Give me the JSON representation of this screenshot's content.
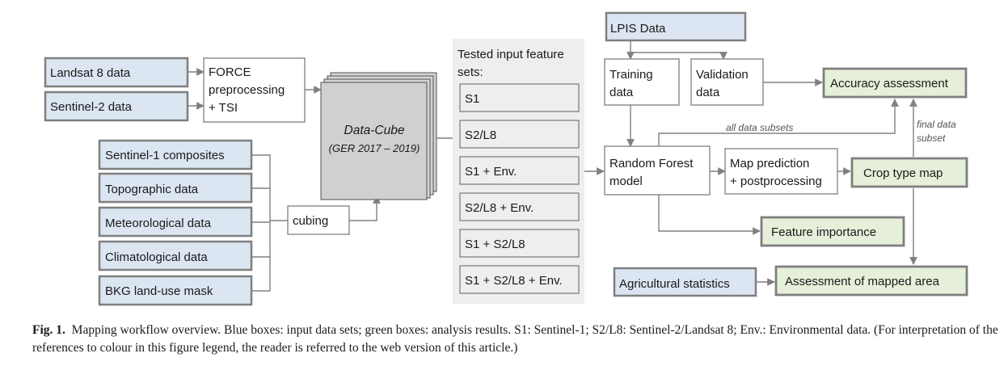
{
  "inputs": {
    "landsat": "Landsat 8 data",
    "sentinel2": "Sentinel-2 data",
    "sentinel1": "Sentinel-1 composites",
    "topographic": "Topographic data",
    "meteorological": "Meteorological data",
    "climatological": "Climatological data",
    "bkg": "BKG land-use mask",
    "lpis": "LPIS Data",
    "agri_stats": "Agricultural statistics"
  },
  "process": {
    "force": [
      "FORCE",
      "preprocessing",
      "+ TSI"
    ],
    "cubing": "cubing",
    "datacube_title": "Data-Cube",
    "datacube_sub": "(GER 2017 – 2019)",
    "training": [
      "Training",
      "data"
    ],
    "validation": [
      "Validation",
      "data"
    ],
    "rf": [
      "Random Forest",
      "model"
    ],
    "mapping": [
      "Map prediction",
      "+ postprocessing"
    ]
  },
  "feature_sets": {
    "title": [
      "Tested input feature",
      "sets:"
    ],
    "items": [
      "S1",
      "S2/L8",
      "S1 + Env.",
      "S2/L8 + Env.",
      "S1 + S2/L8",
      "S1 + S2/L8 + Env."
    ]
  },
  "results": {
    "accuracy": "Accuracy assessment",
    "croptype": "Crop type map",
    "importance": "Feature importance",
    "mapped_area": "Assessment of mapped area"
  },
  "annotations": {
    "all_subsets": "all data subsets",
    "final_subset": [
      "final data",
      "subset"
    ]
  },
  "caption": {
    "label": "Fig. 1.",
    "text": "Mapping workflow overview. Blue boxes: input data sets; green boxes: analysis results. S1: Sentinel-1; S2/L8: Sentinel-2/Landsat 8; Env.: Environmental data. (For interpretation of the references to colour in this figure legend, the reader is referred to the web version of this article.)"
  },
  "colors": {
    "input_fill": "#dce6f2",
    "result_fill": "#e5efd9",
    "cube_fill": "#d0d0d0",
    "panel_fill": "#eeeeee",
    "stroke": "#7f7f7f",
    "text": "#1a1a1a"
  }
}
